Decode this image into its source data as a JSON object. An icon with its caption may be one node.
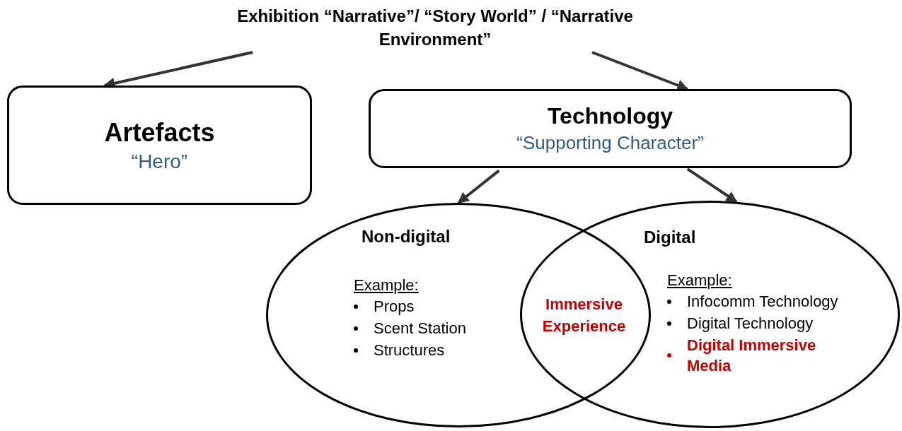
{
  "diagram": {
    "nodes": [
      {
        "text": [
          "Exhibition “Narrative”/ “Story World” / “Narrative Environment”"
        ]
      },
      {
        "text": [
          "Artefacts",
          "“Hero”"
        ]
      },
      {
        "text": [
          "Technology",
          "“Supporting Character”"
        ]
      },
      {
        "text": [
          "Non-digital",
          "Example:",
          "Props",
          "Scent Station",
          "Structures"
        ]
      },
      {
        "text": [
          "Digital",
          "Example:",
          "Infocomm Technology",
          "Digital Technology",
          "Digital Immersive Media"
        ]
      },
      {
        "text": [
          "Immersive Experience"
        ]
      }
    ],
    "edges": [
      {
        "from": 0,
        "to": 1,
        "arrow": "to"
      },
      {
        "from": 0,
        "to": 2,
        "arrow": "to"
      },
      {
        "from": 2,
        "to": 3,
        "arrow": "to"
      },
      {
        "from": 2,
        "to": 4,
        "arrow": "to"
      }
    ]
  }
}
